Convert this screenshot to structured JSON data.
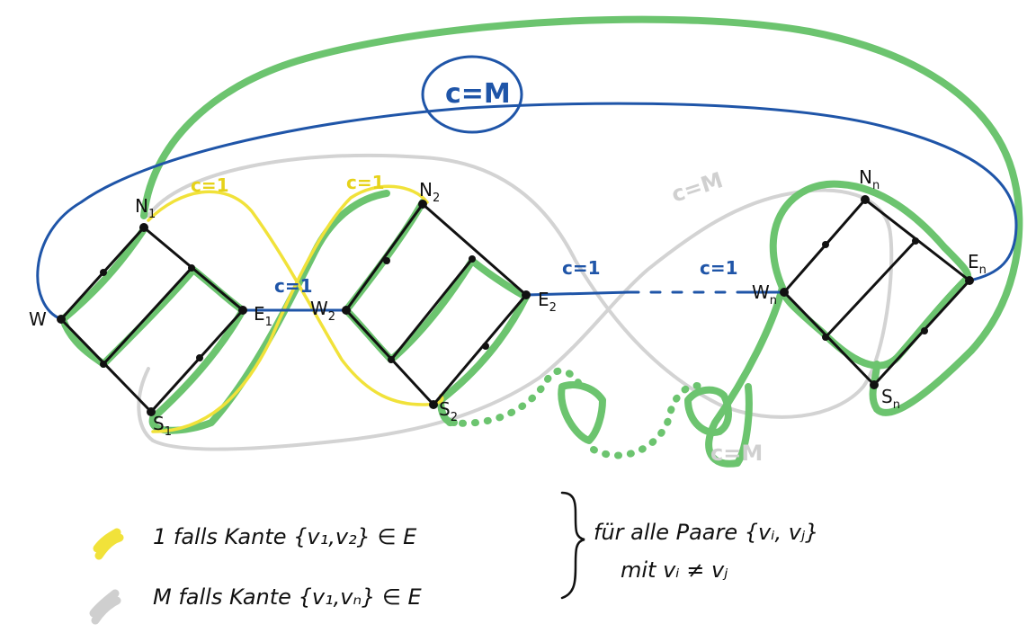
{
  "colors": {
    "green": "#6cc46f",
    "blue": "#1f55a8",
    "yellow": "#f1e23a",
    "gray": "#cfcfcf",
    "black": "#111111"
  },
  "cost_labels": {
    "top_blue": "c=M",
    "yellow_1": "c=1",
    "yellow_2": "c=1",
    "blue_e1_w2": "c=1",
    "blue_e2": "c=1",
    "blue_wn": "c=1",
    "gray_top": "c=M",
    "gray_bottom": "c=M"
  },
  "nodes": {
    "w": "W",
    "n1": "N",
    "n1_sub": "1",
    "e1": "E",
    "e1_sub": "1",
    "s1": "S",
    "s1_sub": "1",
    "w2": "W",
    "w2_sub": "2",
    "n2": "N",
    "n2_sub": "2",
    "e2": "E",
    "e2_sub": "2",
    "s2": "S",
    "s2_sub": "2",
    "wn": "W",
    "wn_sub": "n",
    "nn": "N",
    "nn_sub": "n",
    "en": "E",
    "en_sub": "n",
    "sn": "S",
    "sn_sub": "n"
  },
  "legend": {
    "yellow_line": "1 falls Kante {v₁,v₂} ∈ E",
    "gray_line": "M falls Kante {v₁,vₙ} ∈ E",
    "right_1": "für alle Paare {vᵢ, vⱼ}",
    "right_2": "mit vᵢ ≠ vⱼ"
  }
}
